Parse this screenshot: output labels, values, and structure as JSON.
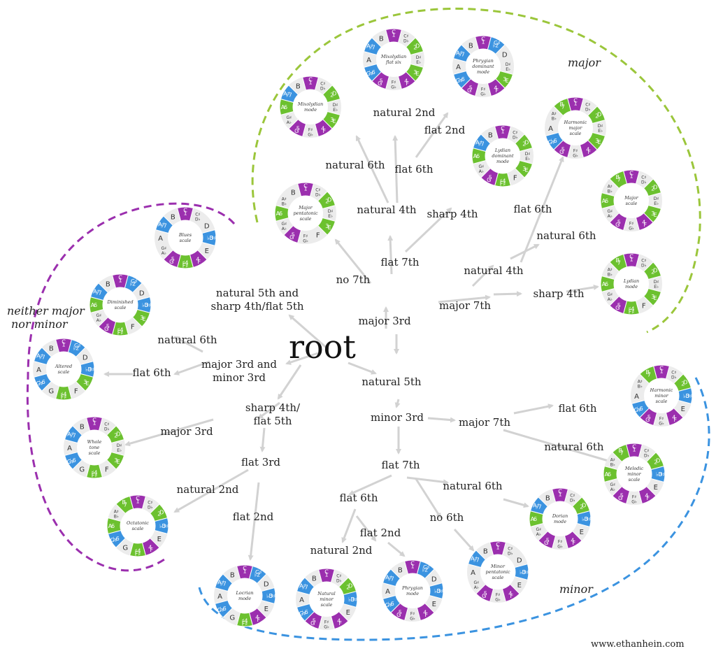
{
  "root_label": "root",
  "group_labels": {
    "major": "major",
    "minor": "minor",
    "neither": "neither major\nnor minor"
  },
  "credit": "www.ethanhein.com",
  "colors": {
    "purple": "#9b2fae",
    "green": "#6cc12f",
    "blue": "#3b93e0",
    "gray": "#ececec",
    "major_boundary": "#9bc63b",
    "minor_boundary": "#3b93e0",
    "neither_boundary": "#9b2fae",
    "arrow": "#d2d2d2"
  },
  "note_names": [
    "C",
    "C♯\nD♭",
    "D",
    "D♯\nE♭",
    "E",
    "F",
    "F♯\nG♭",
    "G",
    "G♯\nA♭",
    "A",
    "A♯\nB♭",
    "B"
  ],
  "interval_names": [
    "1",
    "♭2",
    "2",
    "♭3",
    "3",
    "4",
    "♯4",
    "5",
    "♭6",
    "6",
    "♭7",
    "7"
  ],
  "branch_labels": [
    {
      "id": "l_nat2_top",
      "text": "natural 2nd"
    },
    {
      "id": "l_flat2_top",
      "text": "flat 2nd"
    },
    {
      "id": "l_nat6_a",
      "text": "natural 6th"
    },
    {
      "id": "l_flat6_top",
      "text": "flat 6th"
    },
    {
      "id": "l_nat4_a",
      "text": "natural 4th"
    },
    {
      "id": "l_sharp4_a",
      "text": "sharp 4th"
    },
    {
      "id": "l_flat6_b",
      "text": "flat 6th"
    },
    {
      "id": "l_nat6_b",
      "text": "natural 6th"
    },
    {
      "id": "l_flat7",
      "text": "flat 7th"
    },
    {
      "id": "l_nat4_b",
      "text": "natural 4th"
    },
    {
      "id": "l_no7",
      "text": "no 7th"
    },
    {
      "id": "l_maj7_a",
      "text": "major 7th"
    },
    {
      "id": "l_sharp4_b",
      "text": "sharp 4th"
    },
    {
      "id": "l_maj3",
      "text": "major 3rd"
    },
    {
      "id": "l_blues",
      "text": "natural 5th and\nsharp 4th/flat 5th"
    },
    {
      "id": "l_nat6_c",
      "text": "natural 6th"
    },
    {
      "id": "l_maj3min3",
      "text": "major 3rd and\nminor 3rd"
    },
    {
      "id": "l_flat6_c",
      "text": "flat 6th"
    },
    {
      "id": "l_nat5",
      "text": "natural 5th"
    },
    {
      "id": "l_sharp4flat5",
      "text": "sharp 4th/\nflat 5th"
    },
    {
      "id": "l_maj3_b",
      "text": "major 3rd"
    },
    {
      "id": "l_min3",
      "text": "minor 3rd"
    },
    {
      "id": "l_maj7_b",
      "text": "major 7th"
    },
    {
      "id": "l_flat6_d",
      "text": "flat 6th"
    },
    {
      "id": "l_nat6_d",
      "text": "natural 6th"
    },
    {
      "id": "l_flat3",
      "text": "flat 3rd"
    },
    {
      "id": "l_flat7_b",
      "text": "flat 7th"
    },
    {
      "id": "l_nat2_b",
      "text": "natural 2nd"
    },
    {
      "id": "l_nat6_e",
      "text": "natural 6th"
    },
    {
      "id": "l_flat6_e",
      "text": "flat 6th"
    },
    {
      "id": "l_flat2_b",
      "text": "flat 2nd"
    },
    {
      "id": "l_no6",
      "text": "no 6th"
    },
    {
      "id": "l_flat2_c",
      "text": "flat 2nd"
    },
    {
      "id": "l_nat2_c",
      "text": "natural 2nd"
    }
  ],
  "scales": [
    {
      "id": "mixo_b6",
      "name": "Mixolydian\nflat six",
      "notes": [
        0,
        2,
        4,
        5,
        7,
        8,
        10
      ]
    },
    {
      "id": "phryg_dom",
      "name": "Phrygian\ndominant\nmode",
      "notes": [
        0,
        1,
        4,
        5,
        7,
        8,
        10
      ]
    },
    {
      "id": "mixo",
      "name": "Mixolydian\nmode",
      "notes": [
        0,
        2,
        4,
        5,
        7,
        9,
        10
      ]
    },
    {
      "id": "harm_major",
      "name": "Harmonic\nmajor\nscale",
      "notes": [
        0,
        2,
        4,
        5,
        7,
        8,
        11
      ]
    },
    {
      "id": "lyd_dom",
      "name": "Lydian\ndominant\nmode",
      "notes": [
        0,
        2,
        4,
        6,
        7,
        9,
        10
      ]
    },
    {
      "id": "major_pent",
      "name": "Major\npentatonic\nscale",
      "notes": [
        0,
        2,
        4,
        7,
        9
      ]
    },
    {
      "id": "major",
      "name": "Major\nscale",
      "notes": [
        0,
        2,
        4,
        5,
        7,
        9,
        11
      ]
    },
    {
      "id": "blues",
      "name": "Blues\nscale",
      "notes": [
        0,
        3,
        5,
        6,
        7,
        10
      ]
    },
    {
      "id": "lydian",
      "name": "Lydian\nmode",
      "notes": [
        0,
        2,
        4,
        6,
        7,
        9,
        11
      ]
    },
    {
      "id": "diminished",
      "name": "Diminished\nscale",
      "notes": [
        0,
        1,
        3,
        4,
        6,
        7,
        9,
        10
      ]
    },
    {
      "id": "altered",
      "name": "Altered\nscale",
      "notes": [
        0,
        1,
        3,
        4,
        6,
        8,
        10
      ]
    },
    {
      "id": "harm_minor",
      "name": "Harmonic\nminor\nscale",
      "notes": [
        0,
        2,
        3,
        5,
        7,
        8,
        11
      ]
    },
    {
      "id": "whole_tone",
      "name": "Whole\ntone\nscale",
      "notes": [
        0,
        2,
        4,
        6,
        8,
        10
      ]
    },
    {
      "id": "melodic_minor",
      "name": "Melodic\nminor\nscale",
      "notes": [
        0,
        2,
        3,
        5,
        7,
        9,
        11
      ]
    },
    {
      "id": "octatonic",
      "name": "Octatonic\nscale",
      "notes": [
        0,
        2,
        3,
        5,
        6,
        8,
        9,
        11
      ]
    },
    {
      "id": "dorian",
      "name": "Dorian\nmode",
      "notes": [
        0,
        2,
        3,
        5,
        7,
        9,
        10
      ]
    },
    {
      "id": "minor_pent",
      "name": "Minor\npentatonic\nscale",
      "notes": [
        0,
        3,
        5,
        7,
        10
      ]
    },
    {
      "id": "locrian",
      "name": "Locrian\nmode",
      "notes": [
        0,
        1,
        3,
        5,
        6,
        8,
        10
      ]
    },
    {
      "id": "natural_minor",
      "name": "Natural\nminor\nscale",
      "notes": [
        0,
        2,
        3,
        5,
        7,
        8,
        10
      ]
    },
    {
      "id": "phrygian",
      "name": "Phrygian\nmode",
      "notes": [
        0,
        1,
        3,
        5,
        7,
        8,
        10
      ]
    }
  ]
}
